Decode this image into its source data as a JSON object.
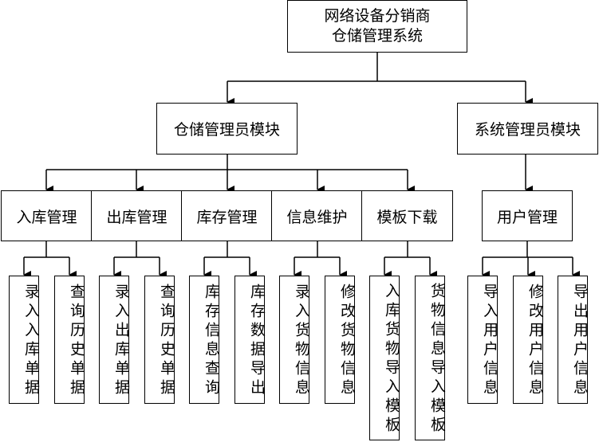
{
  "root": {
    "line1": "网络设备分销商",
    "line2": "仓储管理系统"
  },
  "modules": [
    {
      "label": "仓储管理员模块",
      "children": [
        {
          "label": "入库管理",
          "leaves": [
            "录入入库单据",
            "查询历史单据"
          ]
        },
        {
          "label": "出库管理",
          "leaves": [
            "录入出库单据",
            "查询历史单据"
          ]
        },
        {
          "label": "库存管理",
          "leaves": [
            "库存信息查询",
            "库存数据导出"
          ]
        },
        {
          "label": "信息维护",
          "leaves": [
            "录入货物信息",
            "修改货物信息"
          ]
        },
        {
          "label": "模板下载",
          "leaves": [
            "入库货物导入模板",
            "货物信息导入模板"
          ]
        }
      ]
    },
    {
      "label": "系统管理员模块",
      "children": [
        {
          "label": "用户管理",
          "leaves": [
            "导入用户信息",
            "修改用户信息",
            "导出用户信息"
          ]
        }
      ]
    }
  ]
}
